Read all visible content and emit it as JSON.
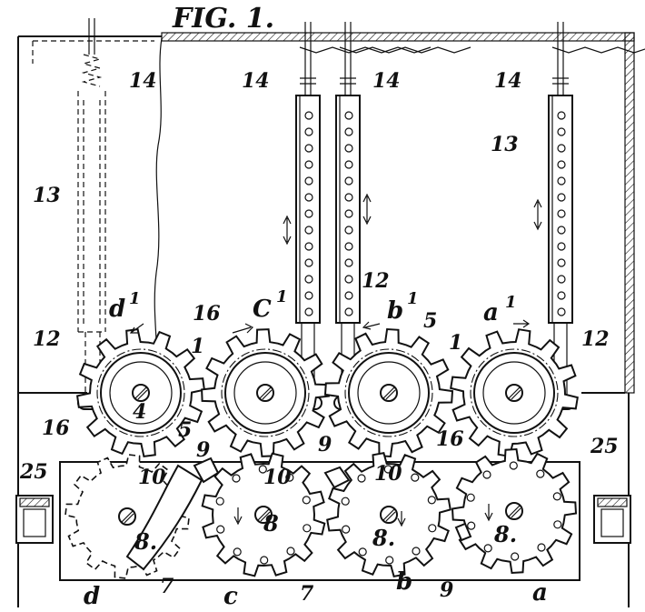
{
  "figure": {
    "title": "FIG. 1."
  },
  "labels": {
    "l14": "14",
    "l13": "13",
    "l12": "12",
    "l16": "16",
    "l1": "1",
    "l5": "5",
    "l4": "4",
    "l9": "9",
    "l10": "10",
    "l8": "8.",
    "l8b": "8",
    "l7": "7",
    "l25": "25",
    "la": "a",
    "lb": "b",
    "lc": "c",
    "ld": "d",
    "la1": "a",
    "lb1": "b",
    "lc1": "C",
    "ld1": "d",
    "sup1": "1"
  }
}
